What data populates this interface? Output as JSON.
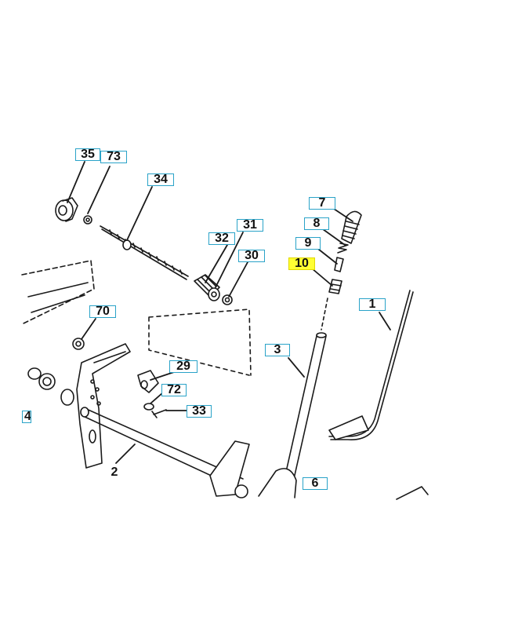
{
  "diagram": {
    "colors": {
      "line": "#1a1a1a",
      "callout_border": "#2aa3c8",
      "highlight": "#ffff33"
    },
    "callouts": [
      {
        "id": "35",
        "label": "35"
      },
      {
        "id": "73",
        "label": "73"
      },
      {
        "id": "34",
        "label": "34"
      },
      {
        "id": "7",
        "label": "7"
      },
      {
        "id": "8",
        "label": "8"
      },
      {
        "id": "9",
        "label": "9"
      },
      {
        "id": "10",
        "label": "10",
        "highlighted": true
      },
      {
        "id": "31",
        "label": "31"
      },
      {
        "id": "32",
        "label": "32"
      },
      {
        "id": "30",
        "label": "30"
      },
      {
        "id": "1",
        "label": "1"
      },
      {
        "id": "70",
        "label": "70"
      },
      {
        "id": "3",
        "label": "3"
      },
      {
        "id": "29",
        "label": "29"
      },
      {
        "id": "72",
        "label": "72"
      },
      {
        "id": "33",
        "label": "33"
      },
      {
        "id": "4",
        "label": "4"
      },
      {
        "id": "2",
        "label": "2"
      },
      {
        "id": "6",
        "label": "6"
      }
    ]
  }
}
